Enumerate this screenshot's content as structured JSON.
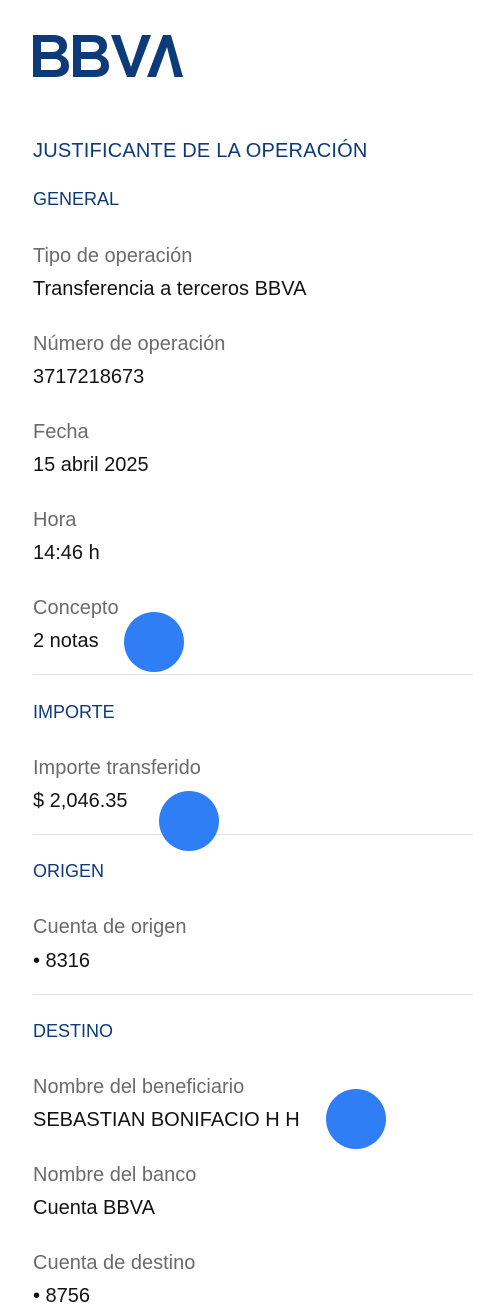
{
  "brand": {
    "logo_text": "BBVA"
  },
  "title": "JUSTIFICANTE DE LA OPERACIÓN",
  "sections": {
    "general": {
      "heading": "GENERAL",
      "tipo_label": "Tipo de operación",
      "tipo_value": "Transferencia a terceros BBVA",
      "numero_label": "Número de operación",
      "numero_value": "3717218673",
      "fecha_label": "Fecha",
      "fecha_value": "15 abril 2025",
      "hora_label": "Hora",
      "hora_value": "14:46 h",
      "concepto_label": "Concepto",
      "concepto_value": "2 notas"
    },
    "importe": {
      "heading": "IMPORTE",
      "transferido_label": "Importe transferido",
      "transferido_value": "$ 2,046.35"
    },
    "origen": {
      "heading": "ORIGEN",
      "cuenta_label": "Cuenta de origen",
      "cuenta_value": "• 8316"
    },
    "destino": {
      "heading": "DESTINO",
      "beneficiario_label": "Nombre del beneficiario",
      "beneficiario_value": "SEBASTIAN BONIFACIO H H",
      "banco_label": "Nombre del banco",
      "banco_value": "Cuenta BBVA",
      "cuenta_label": "Cuenta de destino",
      "cuenta_value": "• 8756"
    }
  },
  "colors": {
    "brand_blue": "#0d3a78",
    "label_gray": "#6b6b6b",
    "value_black": "#121212",
    "divider": "#e2e2e2",
    "touch_indicator": "#2f7ef5"
  }
}
